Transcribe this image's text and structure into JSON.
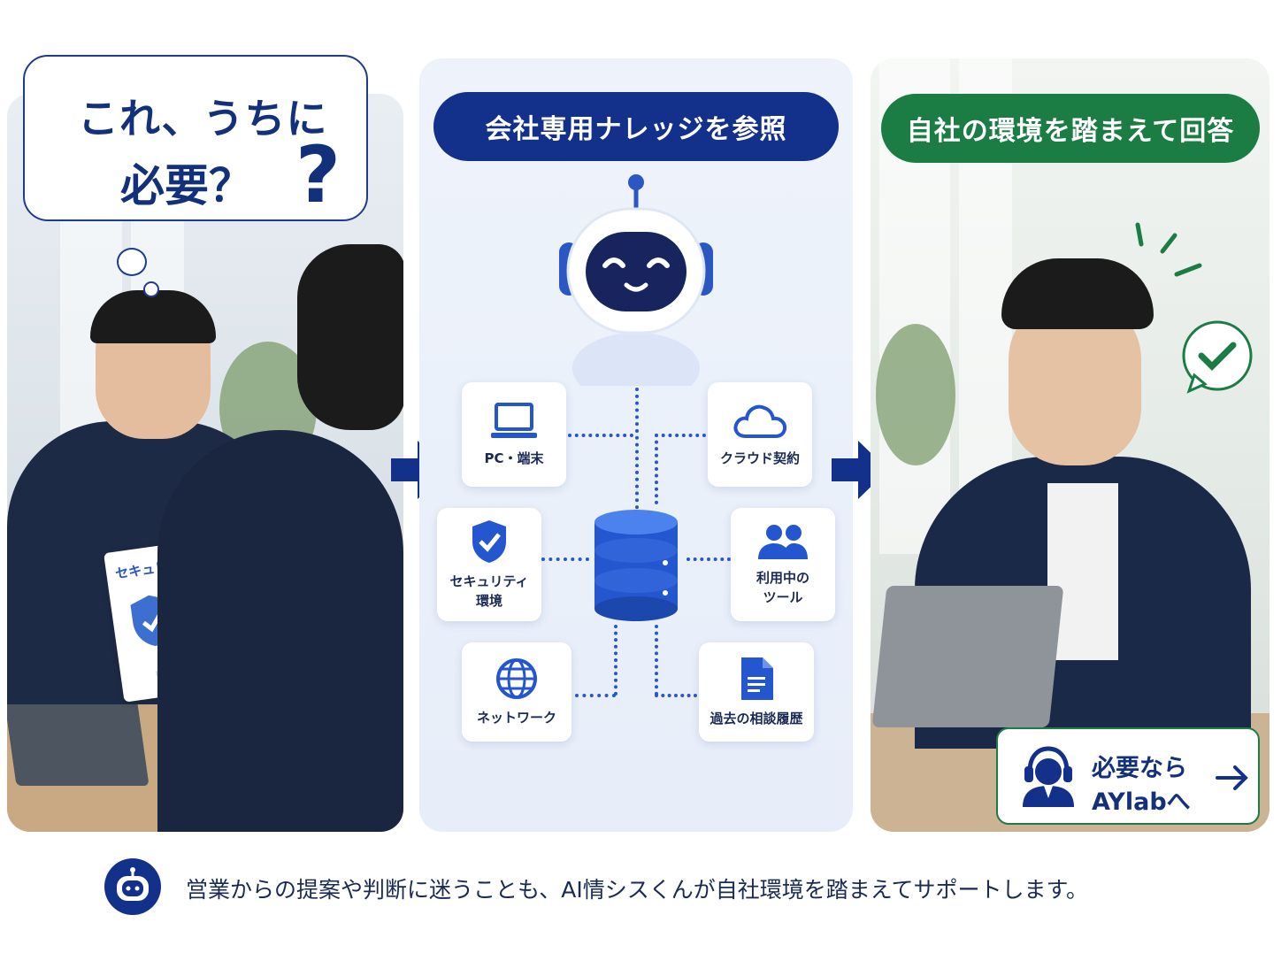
{
  "left_panel": {
    "thought_bubble": {
      "line1": "これ、うちに",
      "line2": "必要？",
      "mark": "?"
    },
    "document_title": "セキュリティソフト"
  },
  "middle_panel": {
    "header": "会社専用ナレッジを参照",
    "mascot_icon": "robot-icon",
    "center_icon": "database-icon",
    "cards": [
      {
        "label": "PC・端末",
        "icon": "laptop-icon"
      },
      {
        "label": "クラウド契約",
        "icon": "cloud-icon"
      },
      {
        "label": "セキュリティ\n環境",
        "icon": "shield-check-icon"
      },
      {
        "label": "利用中の\nツール",
        "icon": "users-icon"
      },
      {
        "label": "ネットワーク",
        "icon": "globe-icon"
      },
      {
        "label": "過去の相談履歴",
        "icon": "document-icon"
      }
    ]
  },
  "right_panel": {
    "header": "自社の環境を踏まえて回答",
    "cta": {
      "line1": "必要なら",
      "line2": "AYlabへ",
      "icon": "support-agent-icon"
    }
  },
  "footer": {
    "text": "営業からの提案や判断に迷うことも、AI情シスくんが自社環境を踏まえてサポートします。"
  },
  "colors": {
    "navy": "#13308a",
    "green": "#1b7c44",
    "blue": "#2a57c4"
  }
}
